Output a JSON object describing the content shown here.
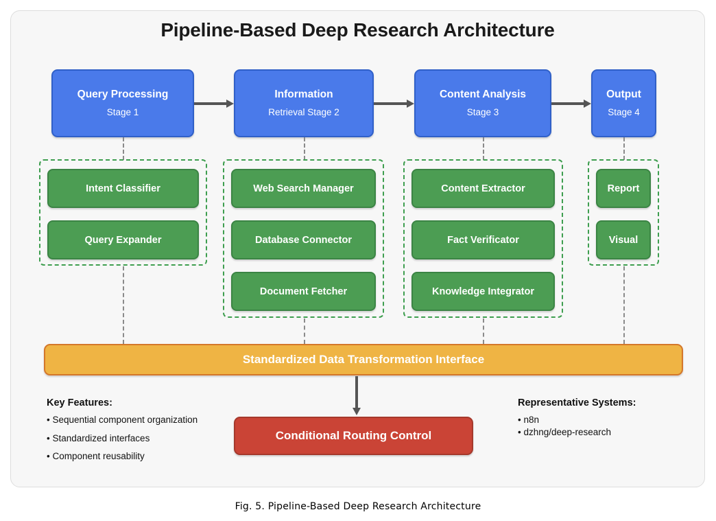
{
  "figure": {
    "title": "Pipeline-Based Deep Research Architecture",
    "caption": "Fig. 5.  Pipeline-Based Deep Research Architecture"
  },
  "colors": {
    "stage_blue": "#4a7aea",
    "stage_blue_border": "#3060c8",
    "component_green": "#4c9d53",
    "component_green_border": "#3b8444",
    "group_dash_green": "#3e9e4f",
    "interface_orange": "#efb444",
    "interface_orange_border": "#d4772a",
    "control_red": "#ca4436",
    "control_red_border": "#a5392c",
    "connector_gray": "#8a8a8a",
    "arrow_gray": "#555555",
    "panel_bg": "#f7f7f7",
    "panel_border": "#dddddd"
  },
  "stages": [
    {
      "title": "Query Processing",
      "subtitle": "Stage 1"
    },
    {
      "title": "Information",
      "subtitle": "Retrieval Stage 2"
    },
    {
      "title": "Content Analysis",
      "subtitle": "Stage 3"
    },
    {
      "title": "Output",
      "subtitle": "Stage 4"
    }
  ],
  "groups": [
    {
      "components": [
        {
          "label": "Intent Classifier"
        },
        {
          "label": "Query Expander"
        }
      ]
    },
    {
      "components": [
        {
          "label": "Web Search Manager"
        },
        {
          "label": "Database Connector"
        },
        {
          "label": "Document Fetcher"
        }
      ]
    },
    {
      "components": [
        {
          "label": "Content Extractor"
        },
        {
          "label": "Fact Verificator"
        },
        {
          "label": "Knowledge Integrator"
        }
      ]
    },
    {
      "components": [
        {
          "label": "Report"
        },
        {
          "label": "Visual"
        }
      ]
    }
  ],
  "interface_bar": {
    "label": "Standardized Data Transformation Interface"
  },
  "control": {
    "label": "Conditional Routing Control"
  },
  "key_features": {
    "heading": "Key Features:",
    "items": [
      "• Sequential component organization",
      "• Standardized interfaces",
      "• Component reusability"
    ]
  },
  "representative_systems": {
    "heading": "Representative Systems:",
    "items": [
      "• n8n",
      "• dzhng/deep-research"
    ]
  }
}
